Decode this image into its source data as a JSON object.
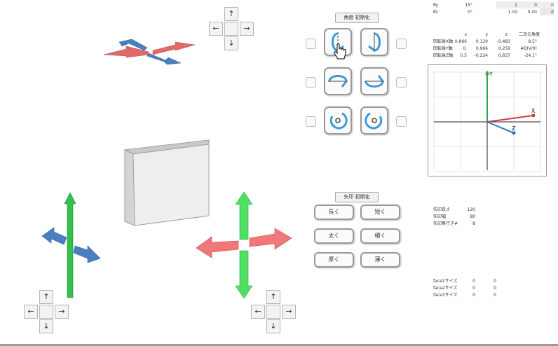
{
  "top_table": {
    "rows": [
      {
        "label": "θy",
        "angle": "15°",
        "c1": "1",
        "c2": "0",
        "c3": "0"
      },
      {
        "label": "θz",
        "angle": "0°",
        "c1": "1.00",
        "c2": "0.00",
        "c3": "0"
      }
    ]
  },
  "angle_panel": {
    "reset_label": "角度 初期化"
  },
  "axis_table": {
    "headers": [
      "x",
      "y",
      "z",
      "二次元角度"
    ],
    "rows": [
      {
        "label": "回転後X軸",
        "x": "0.866",
        "y": "0.129",
        "z": "-0.483",
        "angle": "8.5°"
      },
      {
        "label": "回転後Y軸",
        "x": "0.",
        "y": "0.966",
        "z": "0.259",
        "angle": "#DIV/0!"
      },
      {
        "label": "回転後Z軸",
        "x": "0.5",
        "y": "-0.224",
        "z": "0.837",
        "angle": "-24.1°"
      }
    ]
  },
  "chart_data": {
    "type": "scatter",
    "xlim": [
      -1,
      1
    ],
    "ylim": [
      -1,
      1
    ],
    "grid": true,
    "series": [
      {
        "name": "Y",
        "x": [
          0,
          0
        ],
        "y": [
          0,
          0.966
        ],
        "color": "#2aa84a"
      },
      {
        "name": "X",
        "x": [
          0,
          0.866
        ],
        "y": [
          0,
          0.129
        ],
        "color": "#d9363e"
      },
      {
        "name": "Z",
        "x": [
          0,
          0.5
        ],
        "y": [
          0,
          -0.224
        ],
        "color": "#2e75b6"
      }
    ]
  },
  "arrow_panel": {
    "reset_label": "矢印 初期化",
    "buttons": [
      "長く",
      "短く",
      "太く",
      "細く",
      "厚く",
      "薄く"
    ]
  },
  "arrow_params": [
    {
      "label": "矢印長さ",
      "value": "120"
    },
    {
      "label": "矢印幅",
      "value": "80"
    },
    {
      "label": "矢印奥行き#",
      "value": "8"
    }
  ],
  "face_table": [
    {
      "label": "face1サイズ",
      "v1": "0",
      "v2": "0"
    },
    {
      "label": "face2サイズ",
      "v1": "0",
      "v2": "0"
    },
    {
      "label": "face3サイズ",
      "v1": "0",
      "v2": "0"
    }
  ],
  "dpad": {
    "up": "↑",
    "down": "↓",
    "left": "←",
    "right": "→"
  },
  "colors": {
    "red": "#e06a6a",
    "blue": "#4a7fc0",
    "green": "#35c04e"
  }
}
